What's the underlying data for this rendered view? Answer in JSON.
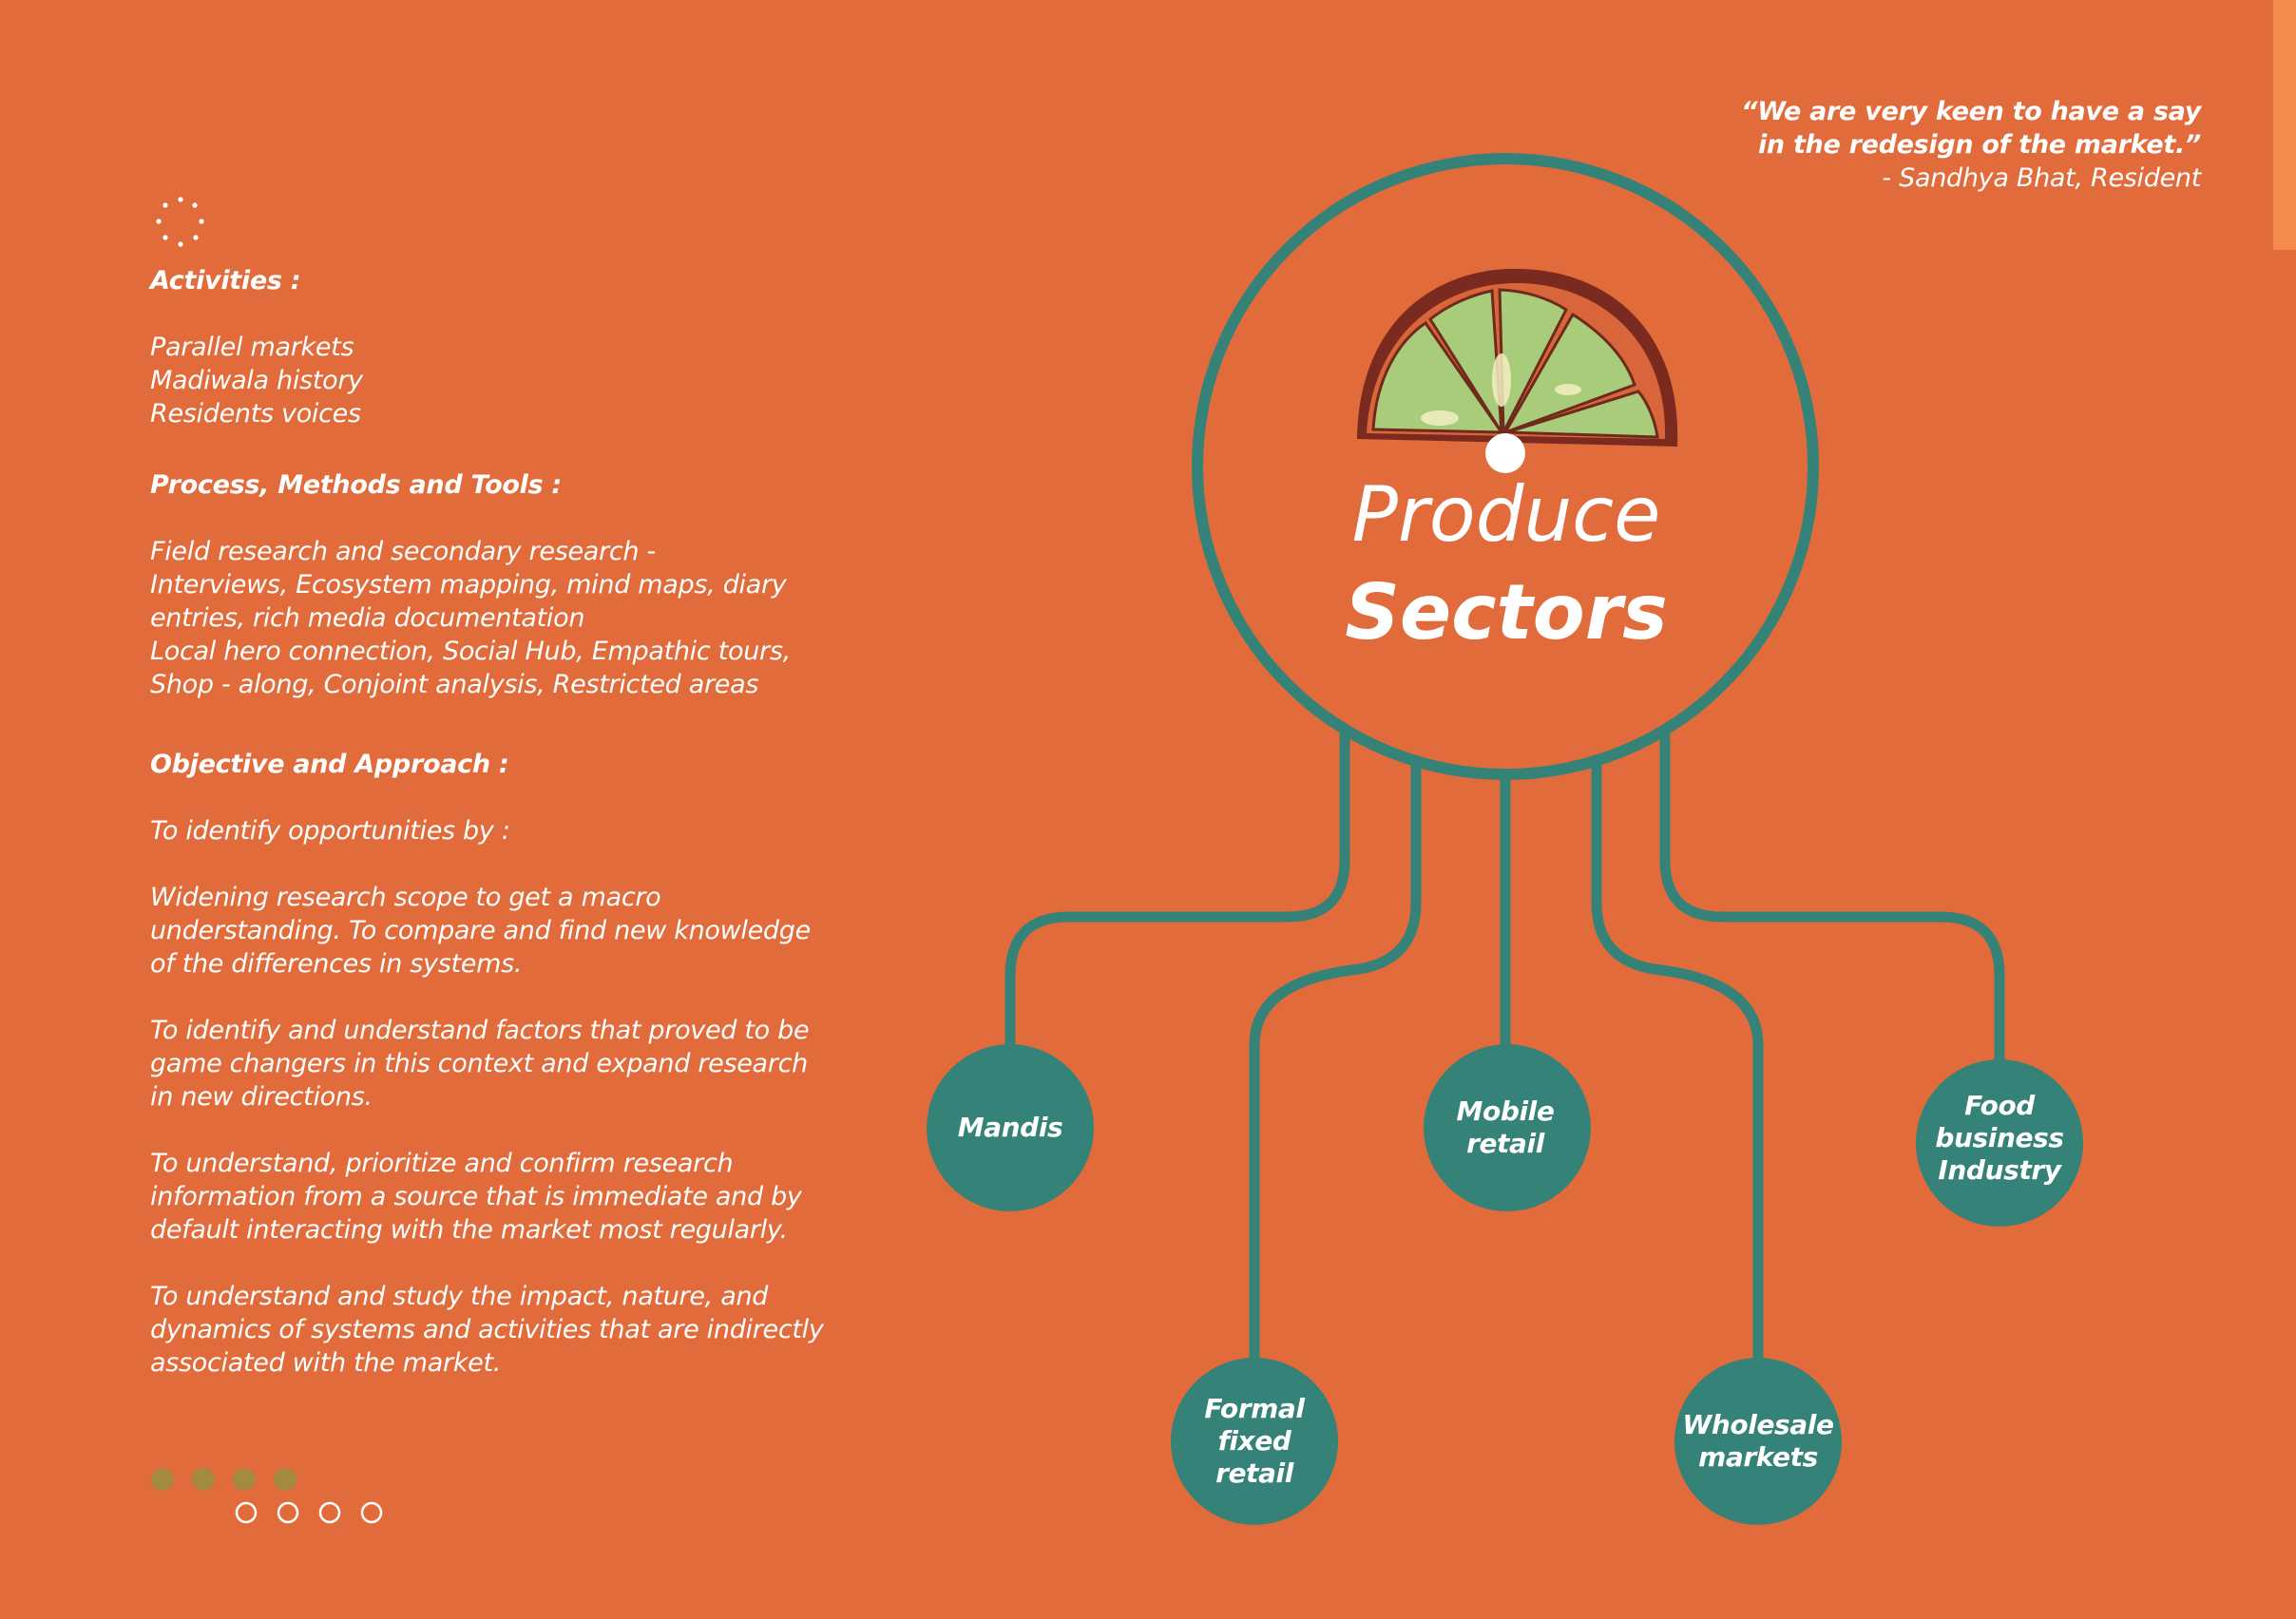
{
  "left_column": {
    "activities_heading": "Activities :",
    "activities": [
      "Parallel markets",
      "Madiwala history",
      "Residents voices"
    ],
    "process_heading": "Process, Methods and Tools :",
    "process_lines": [
      "Field research and secondary research -",
      "Interviews, Ecosystem mapping, mind maps, diary",
      "entries, rich media documentation",
      "Local hero connection, Social Hub, Empathic tours,",
      "Shop - along, Conjoint analysis, Restricted areas"
    ],
    "objective_heading": "Objective and Approach  :",
    "objective_intro": "To identify opportunities by :",
    "objective_paragraphs": [
      [
        "Widening research scope to get a macro",
        "understanding. To compare and find new knowledge",
        "of the differences in systems."
      ],
      [
        "To identify and understand factors that proved to be",
        "game changers in this context and expand research",
        "in new directions."
      ],
      [
        "To understand, prioritize and confirm research",
        "information from a source that is immediate and by",
        "default interacting with the market most regularly."
      ],
      [
        "To understand and study the impact, nature, and",
        "dynamics of systems and activities that are indirectly",
        "associated with the market."
      ]
    ]
  },
  "quote": {
    "line1": "“We are very keen to have a say",
    "line2": "in the redesign of the market.”",
    "attribution": "- Sandhya Bhat, Resident"
  },
  "hub": {
    "title_line1": "Produce",
    "title_line2": "Sectors"
  },
  "nodes": [
    {
      "id": "mandis",
      "lines": [
        "Mandis"
      ]
    },
    {
      "id": "formal",
      "lines": [
        "Formal",
        "fixed",
        "retail"
      ]
    },
    {
      "id": "mobile",
      "lines": [
        "Mobile",
        "retail"
      ]
    },
    {
      "id": "wholesale",
      "lines": [
        "Wholesale",
        "markets"
      ]
    },
    {
      "id": "food",
      "lines": [
        "Food",
        "business",
        "Industry"
      ]
    }
  ],
  "colors": {
    "background": "#E26B3B",
    "teal": "#358279",
    "text": "#FFFFFF",
    "accent_strip": "#F48A4E",
    "olive_dots": "#A48A3F",
    "lime_flesh": "#A9CC7A",
    "lime_rind": "#7A2A1E"
  },
  "icons": [
    "dotted-circle-icon",
    "lime-slice-icon",
    "pagination-dots-icon"
  ]
}
